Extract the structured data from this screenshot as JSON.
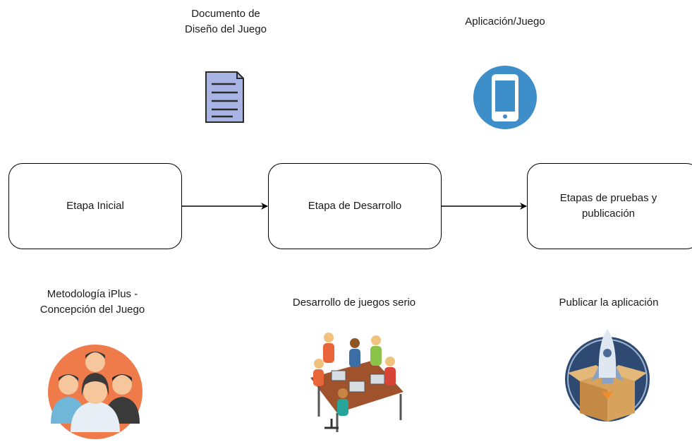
{
  "labels": {
    "design_doc": "Documento de\nDiseño del Juego",
    "app_game": "Aplicación/Juego",
    "methodology": "Metodología iPlus -\nConcepción del Juego",
    "serious_games": "Desarrollo de juegos serio",
    "publish": "Publicar la aplicación"
  },
  "stages": [
    {
      "label": "Etapa Inicial"
    },
    {
      "label": "Etapa de Desarrollo"
    },
    {
      "label": "Etapas de pruebas y\npublicación"
    }
  ],
  "icons": {
    "document": "document-icon",
    "smartphone": "smartphone-icon",
    "team": "team-group-icon",
    "developers": "developers-team-icon",
    "rocket_box": "rocket-box-icon"
  },
  "colors": {
    "document_fill": "#a9b4e6",
    "phone_circle": "#3d8ec9",
    "team_circle": "#ef7a4a",
    "publish_circle": "#2f4a72",
    "stroke": "#000000"
  }
}
